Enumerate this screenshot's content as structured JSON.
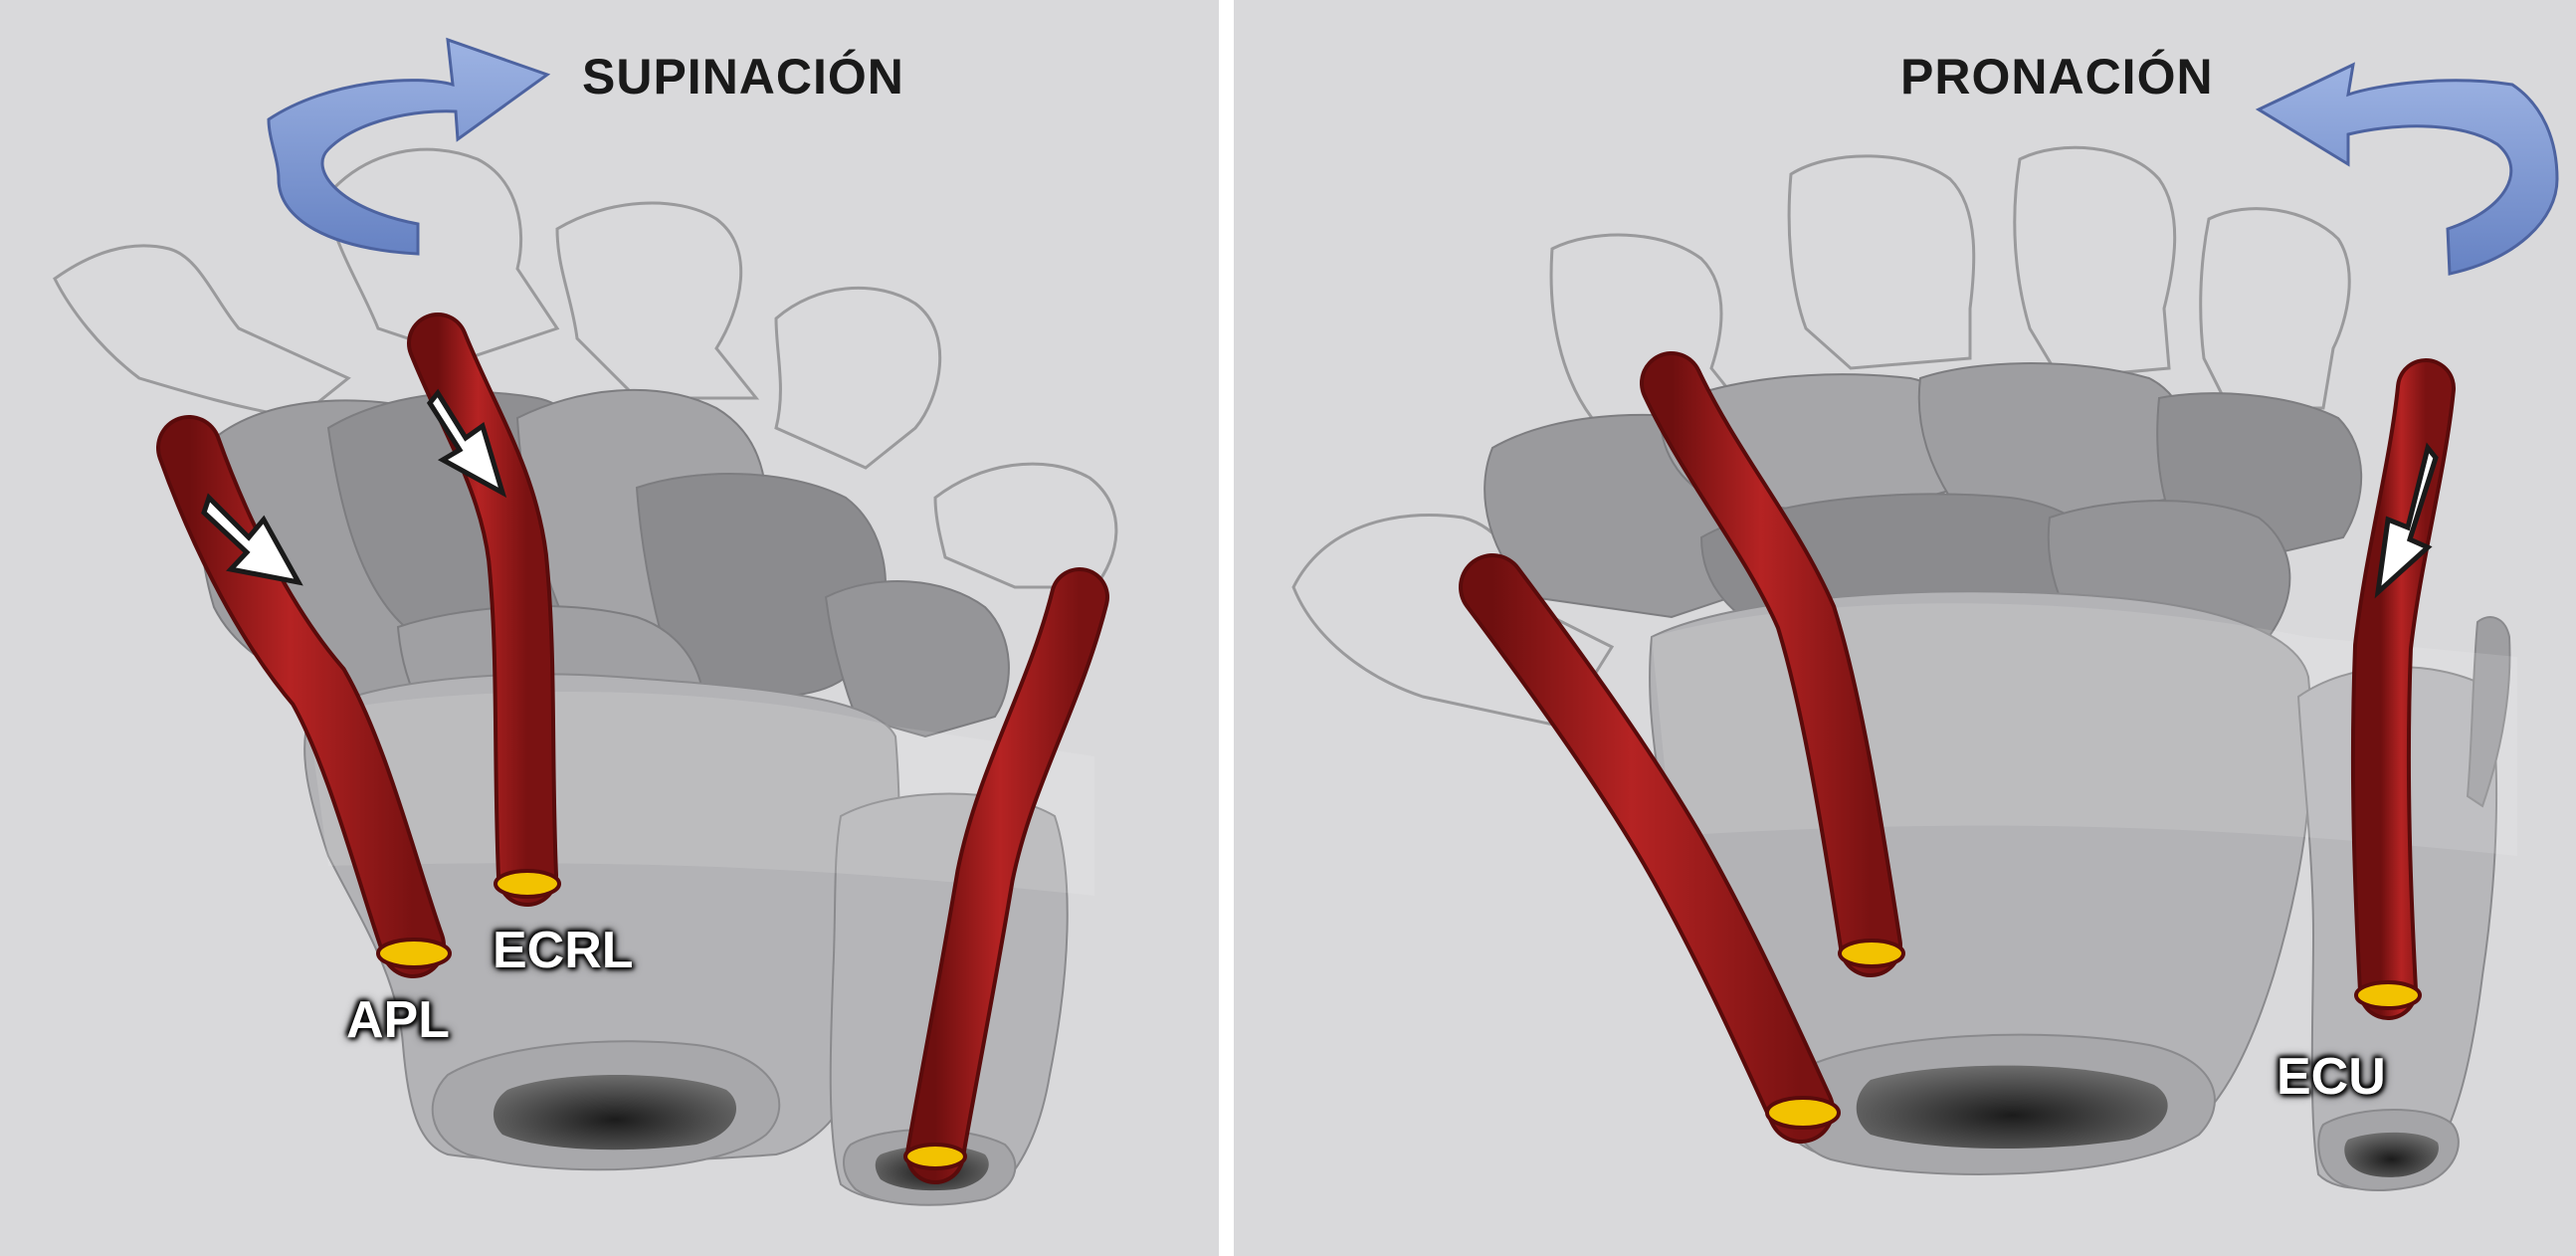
{
  "panels": {
    "left": {
      "title": "SUPINACIÓN",
      "rotation_arrow_icon": "curved-arrow-right-icon",
      "tendon_labels": {
        "apl": "APL",
        "ecrl": "ECRL"
      }
    },
    "right": {
      "title": "PRONACIÓN",
      "rotation_arrow_icon": "curved-arrow-left-icon",
      "tendon_labels": {
        "ecu": "ECU"
      }
    }
  },
  "colors": {
    "background": "#d9d9db",
    "tendon": "#a81c1c",
    "tendon_cut": "#f2c200",
    "rotation_arrow": "#7f9ad3",
    "bone_dark": "#8f8f92",
    "bone_mid": "#a9a9ad",
    "bone_light": "#bdbdc0"
  }
}
